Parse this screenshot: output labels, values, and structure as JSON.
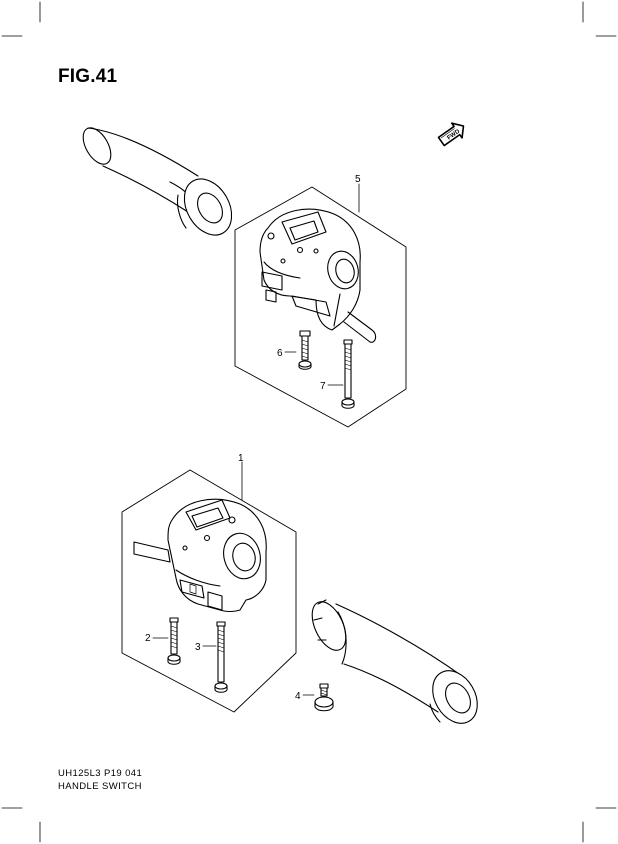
{
  "figure": {
    "title": "FIG.41",
    "code": "UH125L3 P19  041",
    "caption": "HANDLE SWITCH",
    "fwd_label": "FWD"
  },
  "callouts": {
    "p1": "1",
    "p2": "2",
    "p3": "3",
    "p4": "4",
    "p5": "5",
    "p6": "6",
    "p7": "7"
  }
}
